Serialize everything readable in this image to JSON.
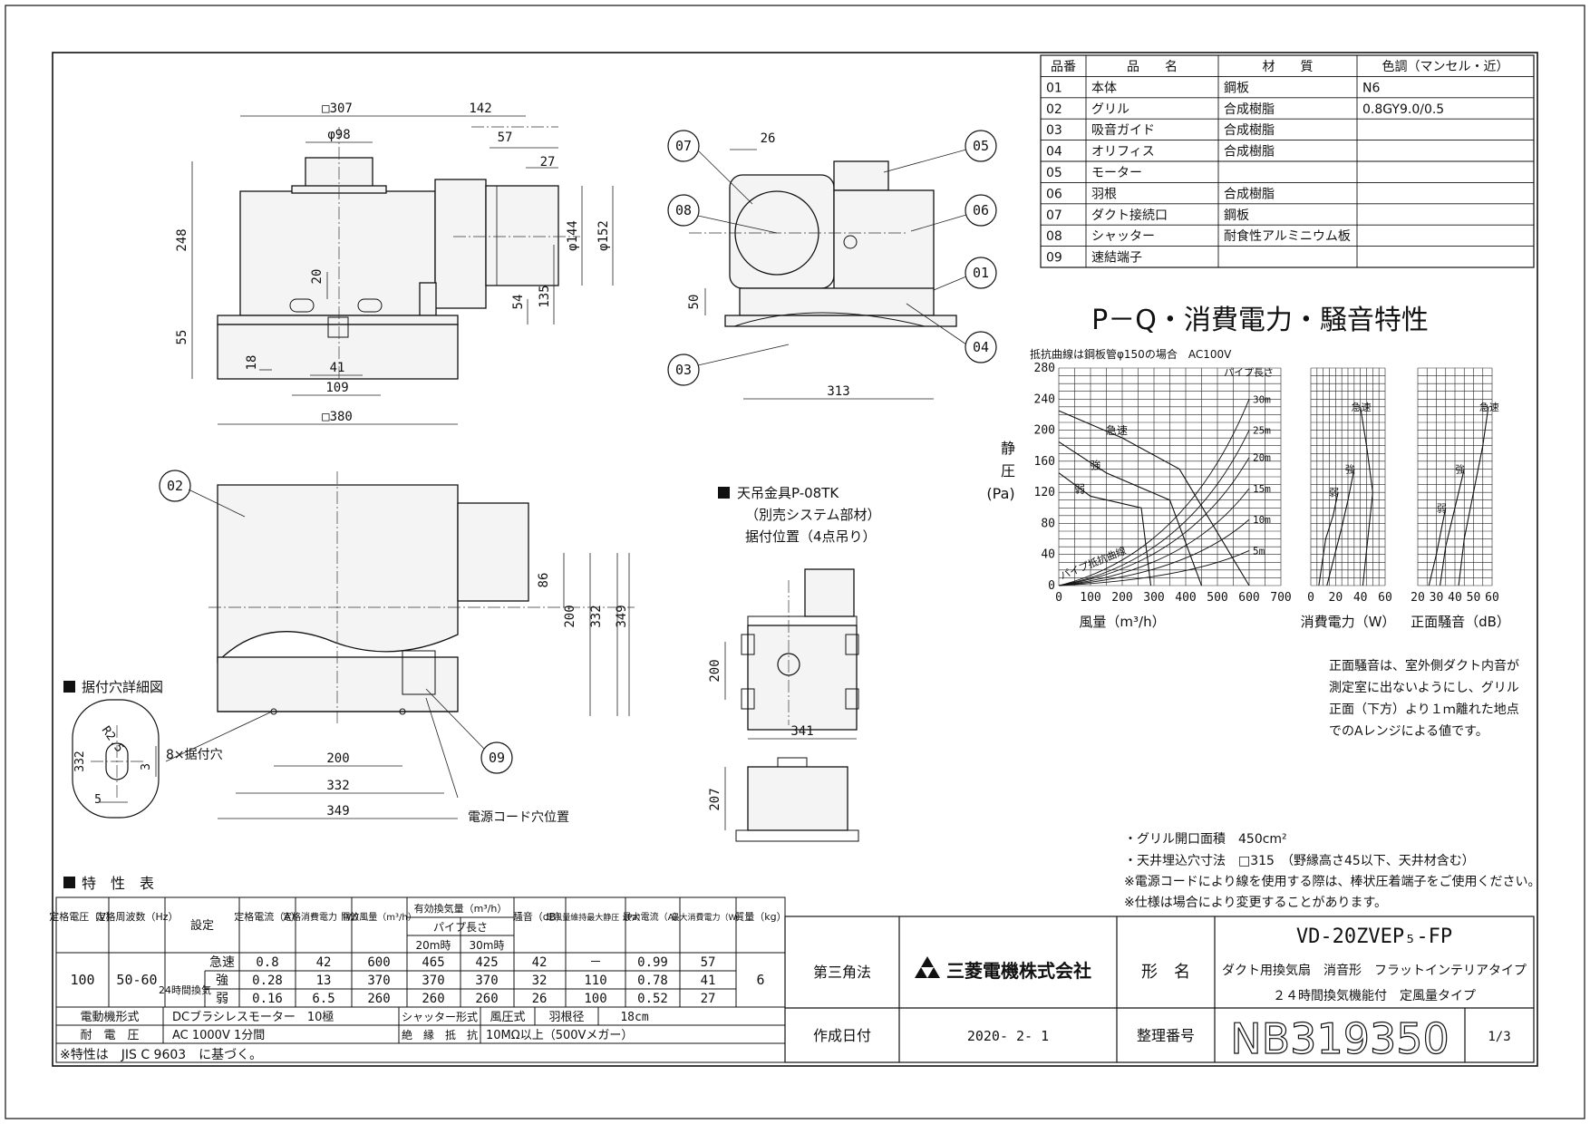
{
  "drawing": {
    "parts_header": [
      "品番",
      "品　　名",
      "材　　質",
      "色調（マンセル・近）"
    ],
    "parts": [
      [
        "01",
        "本体",
        "鋼板",
        "N6"
      ],
      [
        "02",
        "グリル",
        "合成樹脂",
        "0.8GY9.0/0.5"
      ],
      [
        "03",
        "吸音ガイド",
        "合成樹脂",
        ""
      ],
      [
        "04",
        "オリフィス",
        "合成樹脂",
        ""
      ],
      [
        "05",
        "モーター",
        "",
        ""
      ],
      [
        "06",
        "羽根",
        "合成樹脂",
        ""
      ],
      [
        "07",
        "ダクト接続口",
        "鋼板",
        ""
      ],
      [
        "08",
        "シャッター",
        "耐食性アルミニウム板",
        ""
      ],
      [
        "09",
        "速結端子",
        "",
        ""
      ]
    ],
    "dims_front": [
      "□307",
      "142",
      "φ98",
      "57",
      "27",
      "248",
      "φ144",
      "φ152",
      "20",
      "54",
      "135",
      "55",
      "18",
      "41",
      "109",
      "□380"
    ],
    "dims_side": [
      "26",
      "50",
      "313"
    ],
    "dims_plan": [
      "86",
      "200",
      "332",
      "349",
      "200",
      "332",
      "349"
    ],
    "balloons": {
      "b01": "01",
      "b02": "02",
      "b03": "03",
      "b04": "04",
      "b05": "05",
      "b06": "06",
      "b07": "07",
      "b08": "08",
      "b09": "09"
    },
    "cord_label": "電源コード穴位置",
    "detail": {
      "title": "据付穴詳細図",
      "r": "R2.5",
      "d332": "332",
      "d3": "3",
      "d5": "5",
      "holes": "8×据付穴"
    },
    "hanger": {
      "title": "天吊金具P-08TK",
      "line2": "（別売システム部材）",
      "line3": "据付位置（4点吊り）",
      "d200": "200",
      "d341": "341",
      "d207": "207"
    }
  },
  "chart_data": {
    "type": "line",
    "title": "P－Q・消費電力・騒音特性",
    "note": "抵抗曲線は鋼板管φ150の場合　AC100V",
    "pq": {
      "xlabel": "風量（m³/h）",
      "ylabel": "静圧（Pa）",
      "xlim": [
        0,
        700
      ],
      "ylim": [
        0,
        280
      ],
      "xticks": [
        "0",
        "100",
        "200",
        "300",
        "400",
        "500",
        "600",
        "700"
      ],
      "yticks": [
        "0",
        "40",
        "80",
        "120",
        "160",
        "200",
        "240",
        "280"
      ],
      "series": [
        {
          "name": "急速",
          "x": [
            0,
            200,
            380,
            600
          ],
          "y": [
            225,
            190,
            150,
            0
          ]
        },
        {
          "name": "強",
          "x": [
            0,
            150,
            350,
            450
          ],
          "y": [
            185,
            145,
            110,
            0
          ]
        },
        {
          "name": "弱",
          "x": [
            0,
            100,
            260,
            290
          ],
          "y": [
            145,
            115,
            100,
            0
          ]
        }
      ],
      "resistance": [
        {
          "name": "30m",
          "x": [
            0,
            200,
            400,
            600
          ],
          "y": [
            0,
            40,
            140,
            240
          ]
        },
        {
          "name": "25m",
          "x": [
            0,
            200,
            400,
            600
          ],
          "y": [
            0,
            30,
            115,
            200
          ]
        },
        {
          "name": "20m",
          "x": [
            0,
            200,
            400,
            600
          ],
          "y": [
            0,
            25,
            95,
            165
          ]
        },
        {
          "name": "15m",
          "x": [
            0,
            200,
            400,
            600
          ],
          "y": [
            0,
            18,
            70,
            125
          ]
        },
        {
          "name": "10m",
          "x": [
            0,
            200,
            400,
            600
          ],
          "y": [
            0,
            13,
            50,
            85
          ]
        },
        {
          "name": "5m",
          "x": [
            0,
            200,
            400,
            600
          ],
          "y": [
            0,
            8,
            30,
            45
          ]
        }
      ],
      "pipe_label": "パイプ長さ",
      "resistance_label": "パイプ抵抗曲線"
    },
    "power": {
      "xlabel": "消費電力（W）",
      "xlim": [
        0,
        60
      ],
      "xticks": [
        "0",
        "20",
        "40",
        "60"
      ],
      "series": [
        {
          "name": "急速",
          "x": [
            42,
            50,
            45,
            40
          ],
          "y": [
            0,
            120,
            180,
            230
          ]
        },
        {
          "name": "強",
          "x": [
            13,
            25,
            30,
            35
          ],
          "y": [
            0,
            75,
            110,
            150
          ]
        },
        {
          "name": "弱",
          "x": [
            6.5,
            12,
            18,
            22
          ],
          "y": [
            0,
            60,
            90,
            120
          ]
        }
      ]
    },
    "noise": {
      "xlabel": "正面騒音（dB）",
      "xlim": [
        20,
        60
      ],
      "xticks": [
        "20",
        "30",
        "40",
        "50",
        "60"
      ],
      "series": [
        {
          "name": "急速",
          "x": [
            42,
            45,
            50,
            55,
            58
          ],
          "y": [
            0,
            60,
            120,
            180,
            230
          ]
        },
        {
          "name": "強",
          "x": [
            32,
            35,
            40,
            45
          ],
          "y": [
            0,
            50,
            100,
            150
          ]
        },
        {
          "name": "弱",
          "x": [
            26,
            30,
            35
          ],
          "y": [
            0,
            40,
            100
          ]
        }
      ]
    }
  },
  "notes": {
    "noise_note": [
      "正面騒音は、室外側ダクト内音が",
      "測定室に出ないようにし、グリル",
      "正面（下方）より１ｍ離れた地点",
      "でのAレンジによる値です。"
    ],
    "spec_notes": [
      "・グリル開口面積　450cm²",
      "・天井埋込穴寸法　□315　（野縁高さ45以下、天井材含む）",
      "※電源コードにより線を使用する際は、棒状圧着端子をご使用ください。",
      "※仕様は場合により変更することがあります。"
    ]
  },
  "spec": {
    "title": "特　性　表",
    "h_voltage": "定格電圧（V）",
    "h_freq": "定格周波数（Hz）",
    "h_setting": "設定",
    "h_current": "定格電流（A）",
    "h_power": "定格消費電力（W）",
    "h_open": "開放風量（m³/h）",
    "h_eff": "有効換気量（m³/h）",
    "h_pipe": "パイプ長さ",
    "h_20": "20m時",
    "h_30": "30m時",
    "h_noise": "騒音（dB）",
    "h_static": "定風量維持最大静圧（Pa）",
    "h_maxcur": "最大電流（A）",
    "h_maxpow": "最大消費電力（W）",
    "h_mass": "質量（kg）",
    "voltage": "100",
    "freq": "50-60",
    "mass": "6",
    "mode24": "24時間換気",
    "rows": [
      {
        "mode": "急速",
        "cur": "0.8",
        "pow": "42",
        "open": "600",
        "m20": "465",
        "m30": "425",
        "db": "42",
        "pa": "－",
        "maxa": "0.99",
        "maxw": "57"
      },
      {
        "mode": "強",
        "cur": "0.28",
        "pow": "13",
        "open": "370",
        "m20": "370",
        "m30": "370",
        "db": "32",
        "pa": "110",
        "maxa": "0.78",
        "maxw": "41"
      },
      {
        "mode": "弱",
        "cur": "0.16",
        "pow": "6.5",
        "open": "260",
        "m20": "260",
        "m30": "260",
        "db": "26",
        "pa": "100",
        "maxa": "0.52",
        "maxw": "27"
      }
    ],
    "motor_label": "電動機形式",
    "motor": "DCブラシレスモーター　10極",
    "shutter_label": "シャッター形式",
    "shutter": "風圧式",
    "blade_label": "羽根径",
    "blade": "18cm",
    "withstand_label": "耐　電　圧",
    "withstand": "AC 1000V 1分間",
    "insul_label": "絶　縁　抵　抗",
    "insul": "10MΩ以上（500Vメガー）",
    "footnote": "※特性は　JIS C 9603　に基づく。"
  },
  "title_block": {
    "projection": "第三角法",
    "company": "三菱電機株式会社",
    "model_label": "形　名",
    "model": "VD-20ZVEP₅-FP",
    "desc1": "ダクト用換気扇　消音形　フラットインテリアタイプ",
    "desc2": "２４時間換気機能付　定風量タイプ",
    "date_label": "作成日付",
    "date": "2020- 2- 1",
    "number_label": "整理番号",
    "number": "NB319350",
    "sheet": "1/3"
  }
}
